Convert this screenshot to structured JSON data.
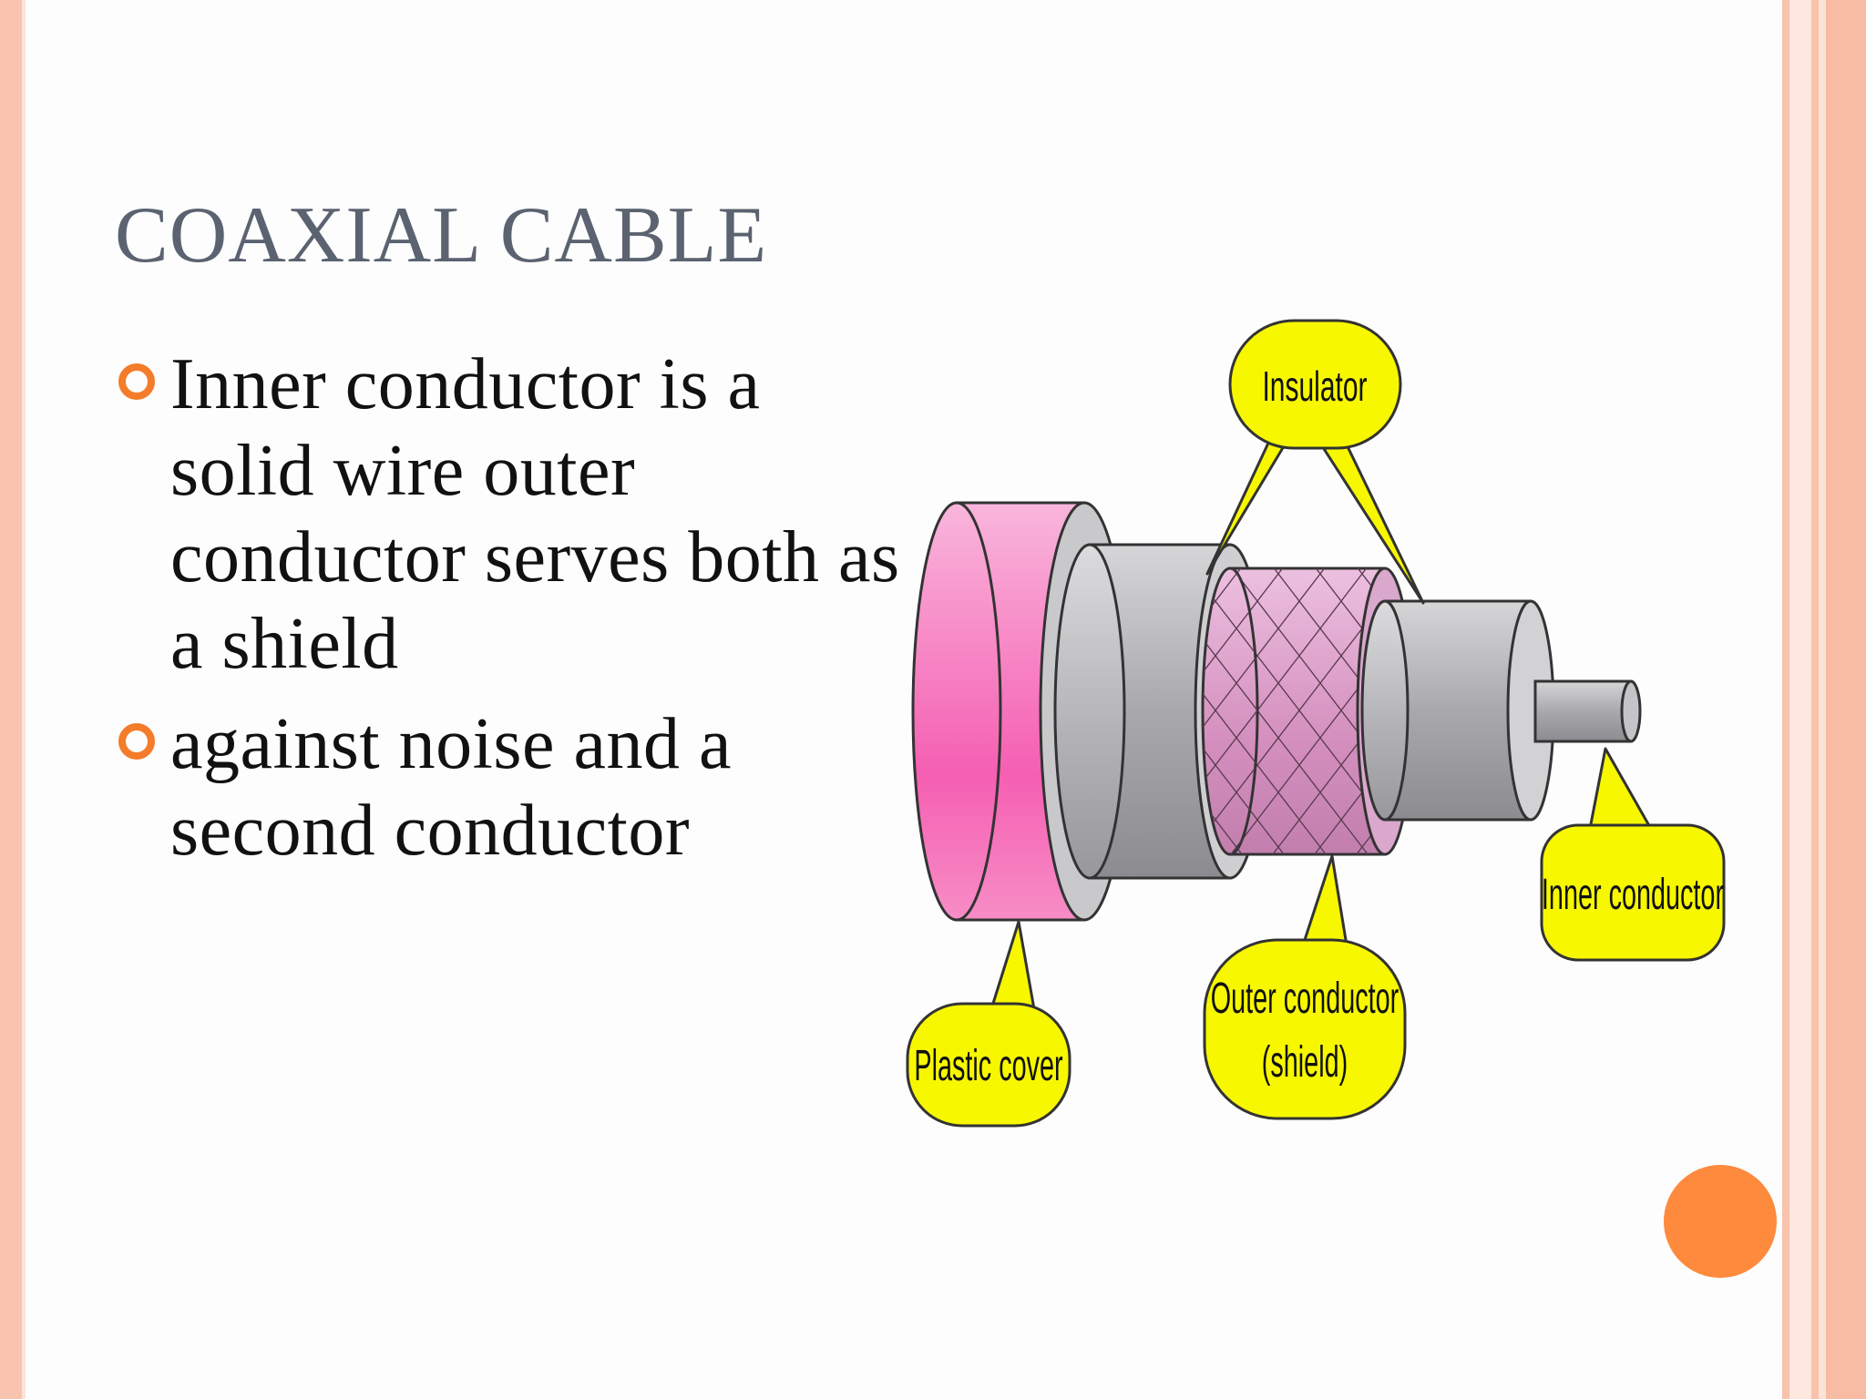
{
  "slide": {
    "title": "COAXIAL CABLE",
    "bullets": [
      "Inner conductor is a solid wire outer conductor serves both as a shield",
      "against noise and a second conductor"
    ]
  },
  "diagram": {
    "labels": {
      "insulator": "Insulator",
      "inner_conductor": "Inner conductor",
      "outer_conductor_line1": "Outer conductor",
      "outer_conductor_line2": "(shield)",
      "plastic_cover": "Plastic cover"
    }
  },
  "colors": {
    "accent": "#f47c2a",
    "orange_dot": "#fe8a3d",
    "border": "#f8c4b0",
    "callout": "#f7f700"
  }
}
